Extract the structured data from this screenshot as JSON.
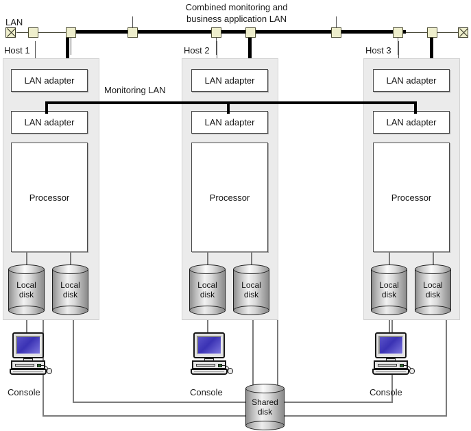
{
  "diagram": {
    "title_lines": [
      "Combined monitoring and",
      "business application LAN"
    ],
    "lan_label": "LAN",
    "monitoring_lan_label": "Monitoring LAN",
    "shared_disk_lines": [
      "Shared",
      "disk"
    ],
    "colors": {
      "tap_fill": "#eeeecc",
      "tap_stroke": "#4d4d33",
      "host_panel": "#ebebeb",
      "bus": "#000000",
      "wire": "#7a7a7a",
      "screen_blue": "#3a32b4"
    },
    "icons": {
      "terminator": "lan-terminator-icon",
      "tap": "lan-tap-icon",
      "disk": "disk-cylinder-icon",
      "console": "console-computer-icon"
    }
  },
  "hosts": [
    {
      "label": "Host 1",
      "adapter_top": "LAN adapter",
      "adapter_bottom": "LAN adapter",
      "processor": "Processor",
      "disks": [
        {
          "line1": "Local",
          "line2": "disk"
        },
        {
          "line1": "Local",
          "line2": "disk"
        }
      ],
      "console": "Console"
    },
    {
      "label": "Host 2",
      "adapter_top": "LAN adapter",
      "adapter_bottom": "LAN adapter",
      "processor": "Processor",
      "disks": [
        {
          "line1": "Local",
          "line2": "disk"
        },
        {
          "line1": "Local",
          "line2": "disk"
        }
      ],
      "console": "Console"
    },
    {
      "label": "Host 3",
      "adapter_top": "LAN adapter",
      "adapter_bottom": "LAN adapter",
      "processor": "Processor",
      "disks": [
        {
          "line1": "Local",
          "line2": "disk"
        },
        {
          "line1": "Local",
          "line2": "disk"
        }
      ],
      "console": "Console"
    }
  ],
  "shared_disk": {
    "line1": "Shared",
    "line2": "disk"
  }
}
